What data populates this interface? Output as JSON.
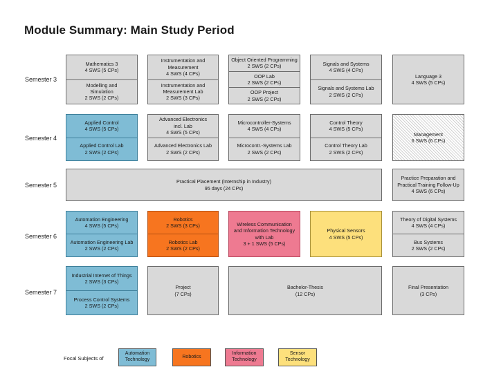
{
  "title": "Module Summary:  Main Study Period",
  "semesters": [
    "Semester  3",
    "Semester  4",
    "Semester  5",
    "Semester  6",
    "Semester  7"
  ],
  "modules": {
    "s3_math": [
      "Mathematics 3",
      "4 SWS (5 CPs)"
    ],
    "s3_model": [
      "Modelling and",
      "Simulation",
      "2 SWS (2 CPs)"
    ],
    "s3_instr": [
      "Instrumentation and",
      "Measurement",
      "4 SWS (4 CPs)"
    ],
    "s3_instr_lab": [
      "Instrumentation and",
      "Measurement Lab",
      "2 SWS (3 CPs)"
    ],
    "s3_oop": [
      "Object Oriented Programming",
      "2 SWS (2 CPs)"
    ],
    "s3_oop_lab": [
      "OOP Lab",
      "2 SWS (2 CPs)"
    ],
    "s3_oop_proj": [
      "OOP Project",
      "2 SWS (2 CPs)"
    ],
    "s3_signals": [
      "Signals and Systems",
      "4 SWS (4 CPs)"
    ],
    "s3_signals_lab": [
      "Signals and Systems Lab",
      "2 SWS (2 CPs)"
    ],
    "s3_language": [
      "Language 3",
      "4 SWS (5 CPs)"
    ],
    "s4_applied": [
      "Applied Control",
      "4 SWS (5 CPs)"
    ],
    "s4_applied_lab": [
      "Applied Control Lab",
      "2 SWS (2 CPs)"
    ],
    "s4_adv": [
      "Advanced Electronics",
      "incl. Lab",
      "4 SWS (5 CPs)"
    ],
    "s4_adv_lab": [
      "Advanced Electronics Lab",
      "2 SWS (2 CPs)"
    ],
    "s4_micro": [
      "Microcontroller-Systems",
      "4 SWS (4 CPs)"
    ],
    "s4_micro_lab": [
      "Microcontr.-Systems Lab",
      "2 SWS (2 CPs)"
    ],
    "s4_ct": [
      "Control Theory",
      "4 SWS (5 CPs)"
    ],
    "s4_ct_lab": [
      "Control Theory Lab",
      "2 SWS (2 CPs)"
    ],
    "s4_mgmt": [
      "Management",
      "6 SWS (6 CPs)"
    ],
    "s5_placement": [
      "Practical Placement (Internship in Industry)",
      "95 days (24 CPs)"
    ],
    "s5_prep": [
      "Practice Preparation and",
      "Practical Training Follow-Up",
      "4 SWS (6 CPs)"
    ],
    "s6_auto": [
      "Automation Engineering",
      "4 SWS (5 CPs)"
    ],
    "s6_auto_lab": [
      "Automation Engineering Lab",
      "2 SWS (2 CPs)"
    ],
    "s6_robotics": [
      "Robotics",
      "2 SWS (3 CPs)"
    ],
    "s6_robotics_lab": [
      "Robotics Lab",
      "2 SWS (2 CPs)"
    ],
    "s6_wireless": [
      "Wireless Communication",
      "and Information Technology",
      "with Lab",
      "3 + 1 SWS (5 CPs)"
    ],
    "s6_sensors": [
      "Physical Sensors",
      "4 SWS (5 CPs)"
    ],
    "s6_theory": [
      "Theory of Digital Systems",
      "4 SWS (4 CPs)"
    ],
    "s6_bus": [
      "Bus Systems",
      "2 SWS (2 CPs)"
    ],
    "s7_iiot": [
      "Industrial Internet of Things",
      "2 SWS (3 CPs)"
    ],
    "s7_pcs": [
      "Process Control Systems",
      "2 SWS (2 CPs)"
    ],
    "s7_project": [
      "Project",
      "(7 CPs)"
    ],
    "s7_thesis": [
      "Bachelor-Thesis",
      "(12 CPs)"
    ],
    "s7_final": [
      "Final Presentation",
      "(3 CPs)"
    ]
  },
  "legend": {
    "label": "Focal Subjects of",
    "automation": [
      "Automation",
      "Technology"
    ],
    "robotics": [
      "Robotics"
    ],
    "information": [
      "Information",
      "Technology"
    ],
    "sensor": [
      "Sensor",
      "Technology"
    ]
  },
  "colors": {
    "default": "#d9d9d9",
    "automation": "#7fbcd5",
    "robotics": "#f7751f",
    "information": "#ee7a91",
    "sensor": "#fde07c"
  }
}
